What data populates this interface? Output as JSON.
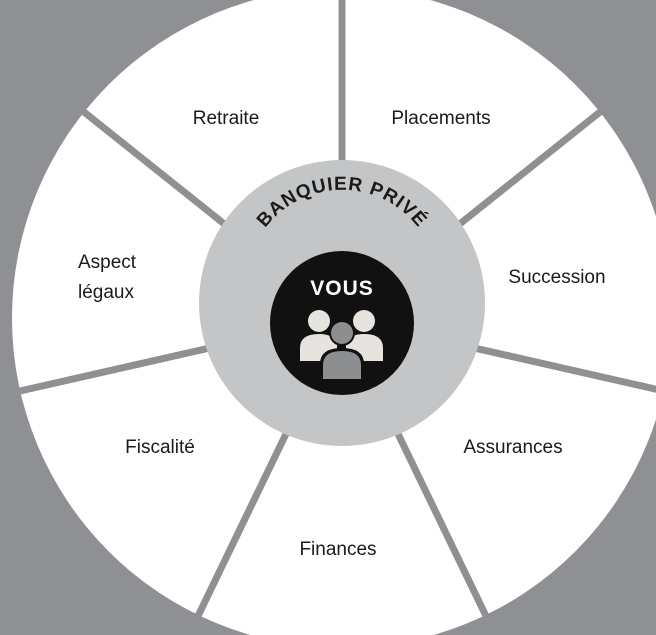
{
  "center": {
    "arc_label": "BANQUIER PRIVÉ",
    "core_label": "VOUS",
    "icon": "people-group-icon"
  },
  "segments": [
    {
      "key": "retraite",
      "label": "Retraite"
    },
    {
      "key": "placements",
      "label": "Placements"
    },
    {
      "key": "succession",
      "label": "Succession"
    },
    {
      "key": "assurances",
      "label": "Assurances"
    },
    {
      "key": "finances",
      "label": "Finances"
    },
    {
      "key": "fiscalite",
      "label": "Fiscalité"
    },
    {
      "key": "aspect-legaux",
      "lines": [
        "Aspect",
        "légaux"
      ]
    }
  ],
  "colors": {
    "background": "#8e9093",
    "segment_fill": "#ffffff",
    "divider": "#8e9093",
    "center_ring": "#c3c5c6",
    "core": "#111111",
    "person_front": "#8c8e90",
    "person_back": "#e7e4df"
  }
}
